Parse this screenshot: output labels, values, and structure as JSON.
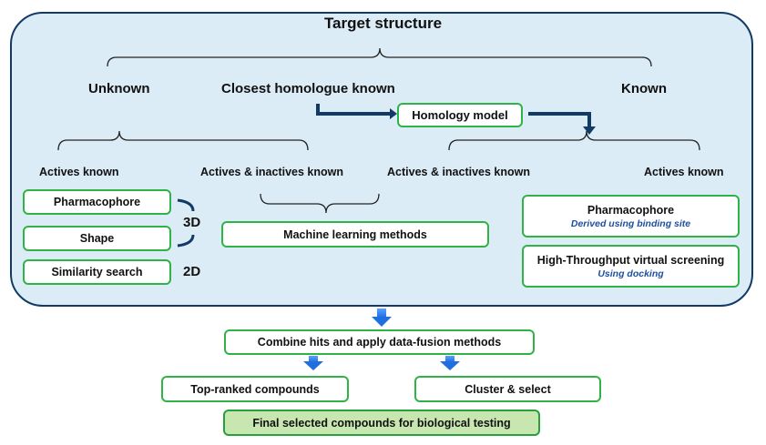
{
  "title": "Target structure",
  "branches": {
    "unknown": "Unknown",
    "closest": "Closest homologue known",
    "known": "Known"
  },
  "homology_model": "Homology model",
  "subbranches": {
    "actives_known_left": "Actives known",
    "actives_inactives_left": "Actives & inactives known",
    "actives_inactives_right": "Actives & inactives known",
    "actives_known_right": "Actives known"
  },
  "left_methods": {
    "pharmacophore": "Pharmacophore",
    "shape": "Shape",
    "similarity": "Similarity search",
    "label_3d": "3D",
    "label_2d": "2D"
  },
  "machine_learning": "Machine learning methods",
  "right_methods": {
    "pharmacophore": "Pharmacophore",
    "pharmacophore_note": "Derived using binding site",
    "htvs": "High-Throughput virtual screening",
    "htvs_note": "Using docking"
  },
  "combine": "Combine hits and apply data-fusion methods",
  "top_ranked": "Top-ranked compounds",
  "cluster": "Cluster & select",
  "final": "Final selected compounds for biological testing",
  "colors": {
    "panel_fill": "#dcecf7",
    "panel_border": "#123a66",
    "box_border": "#2fb347",
    "final_fill": "#c7e6b0",
    "arrow_dark": "#123a66",
    "arrow_blue": "#1f6fe0",
    "note_text": "#1f4fa0"
  }
}
